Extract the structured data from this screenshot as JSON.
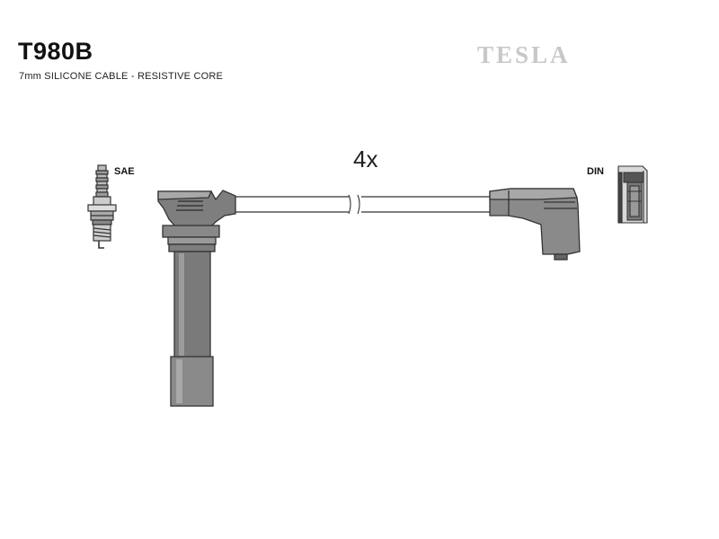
{
  "header": {
    "part_number": "T980B",
    "description": "7mm SILICONE CABLE - RESISTIVE CORE",
    "brand": "TESLA"
  },
  "diagram": {
    "quantity": "4x",
    "labels": {
      "sae": "SAE",
      "din": "DIN"
    }
  }
}
